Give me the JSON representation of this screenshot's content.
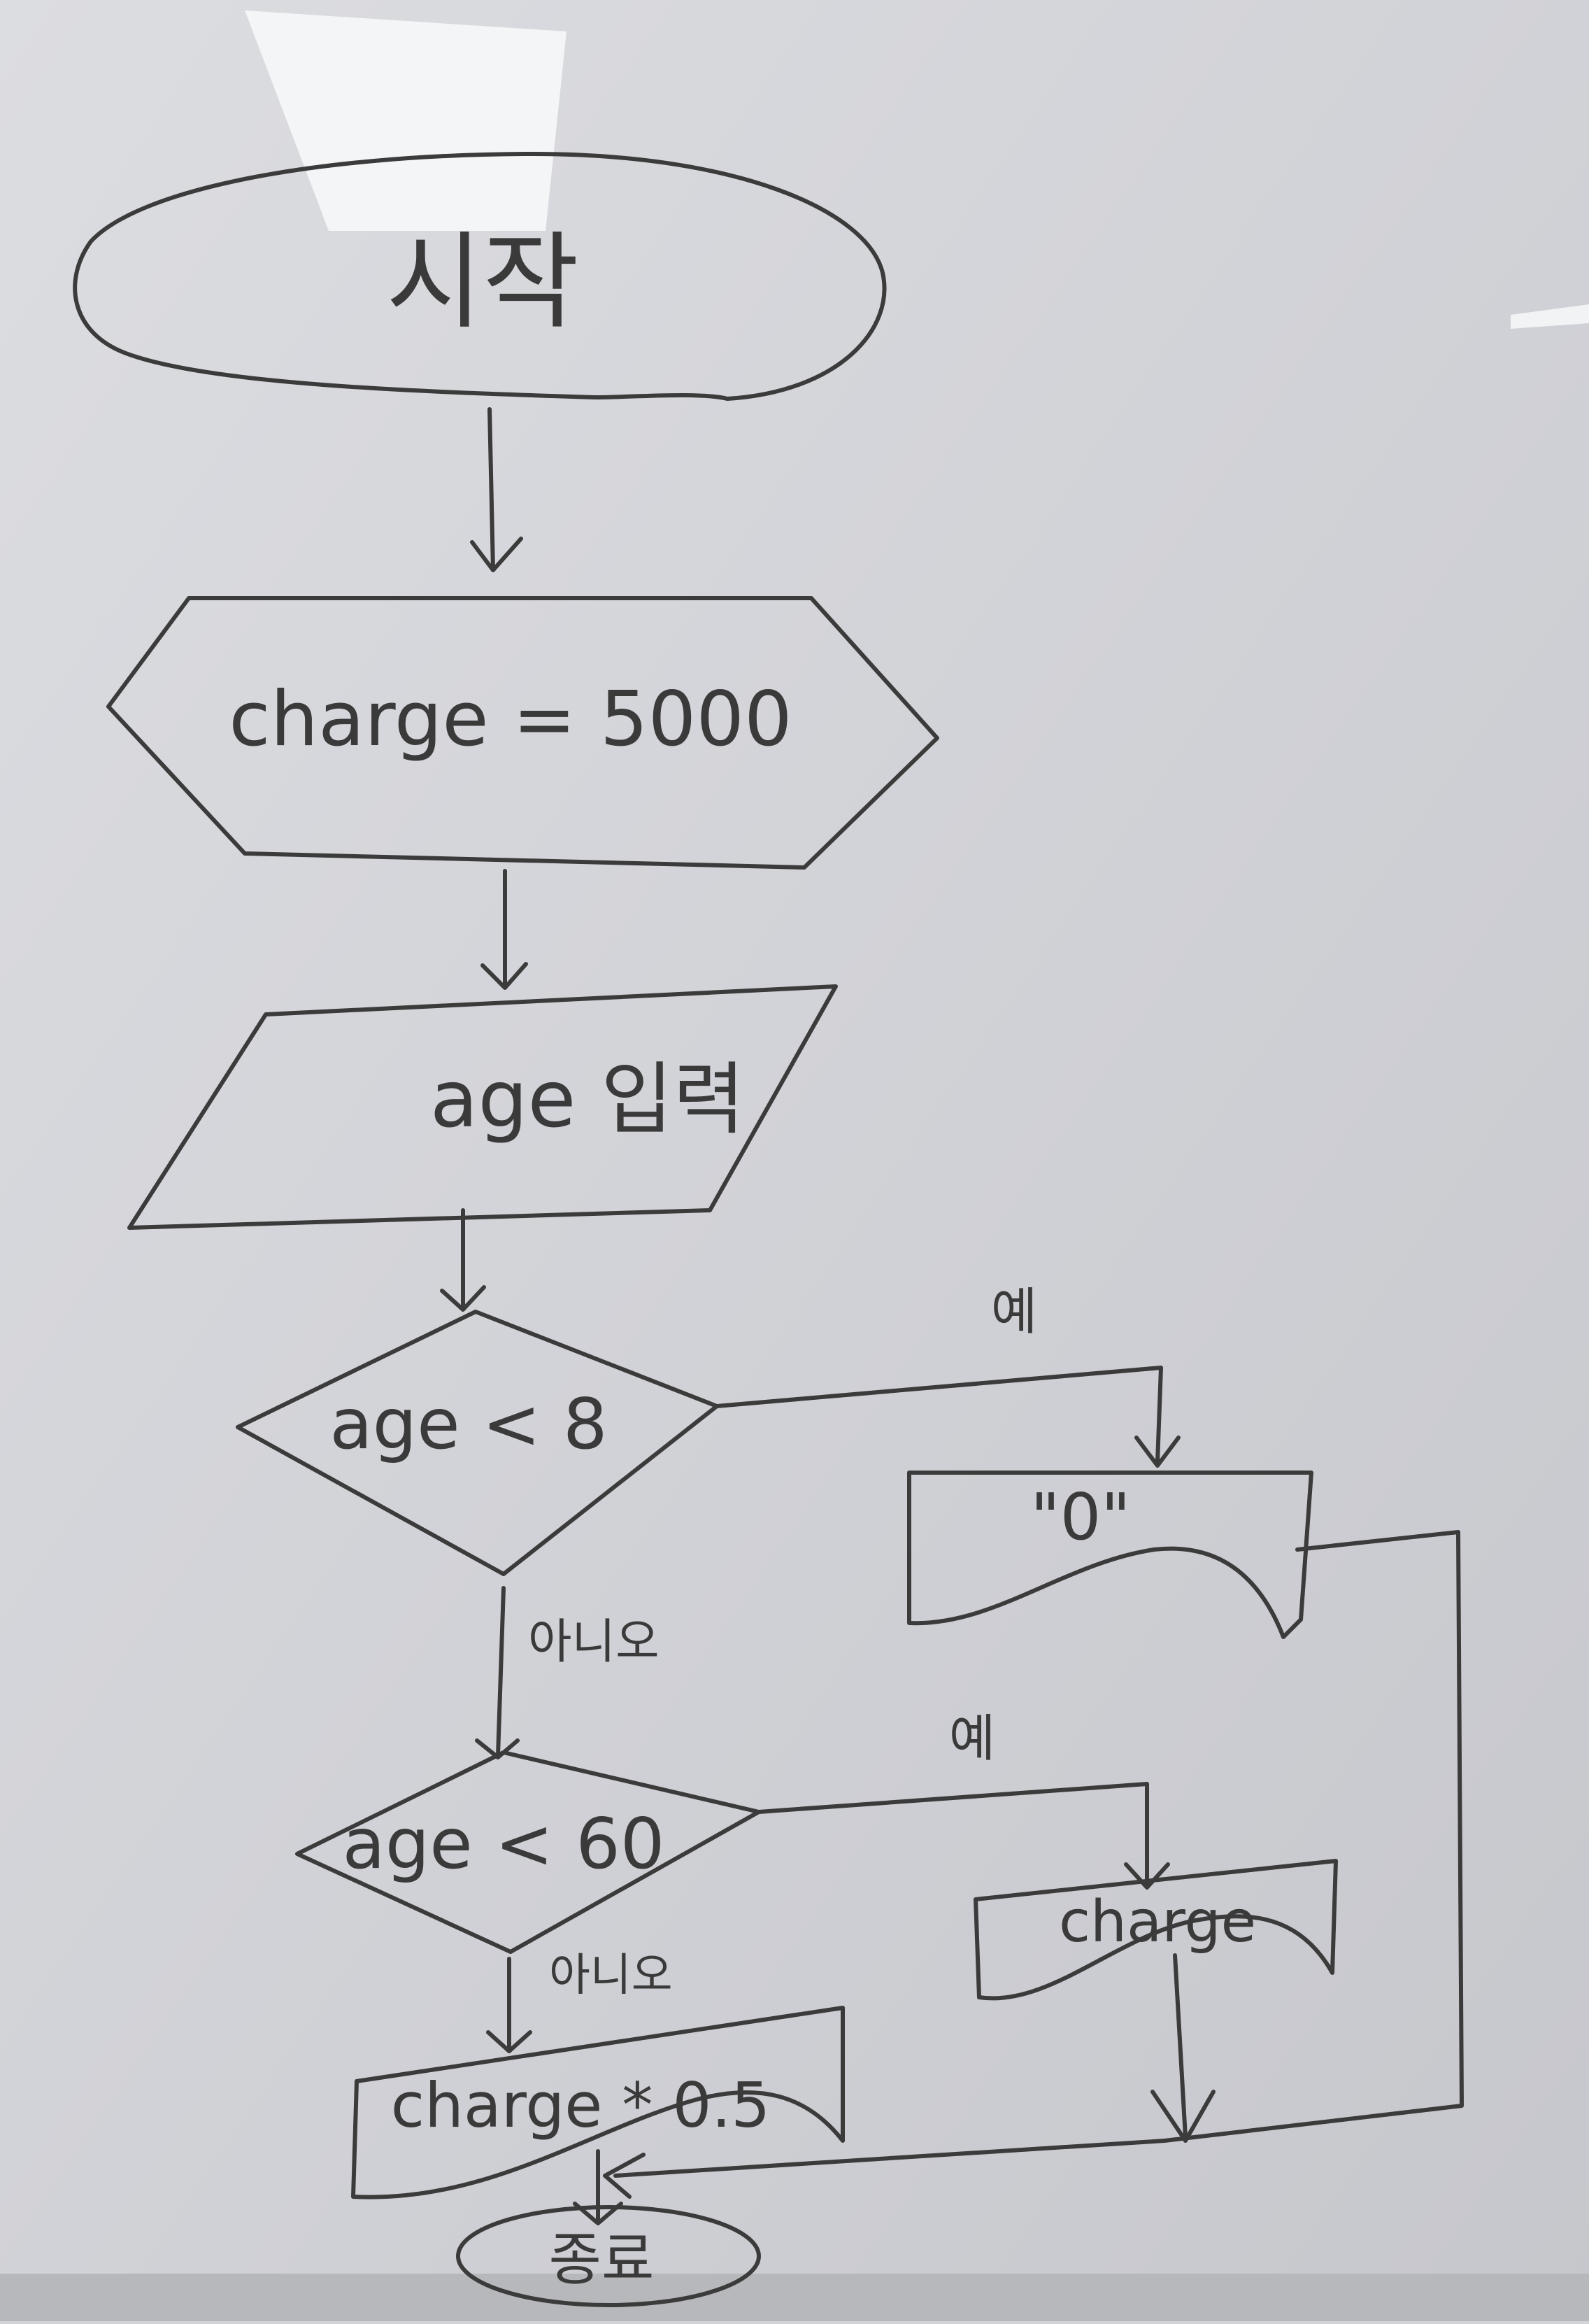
{
  "flowchart": {
    "start": "시작",
    "init": "charge = 5000",
    "input": "age 입력",
    "decision1": "age < 8",
    "decision1_yes": "예",
    "decision1_no": "아니오",
    "output_child": "\"0\"",
    "decision2": "age < 60",
    "decision2_yes": "예",
    "decision2_no": "아니오",
    "output_adult": "charge",
    "output_senior": "charge * 0.5",
    "end": "종료"
  },
  "colors": {
    "ink": "#3b3b3b",
    "board": "#d3d4d8"
  }
}
